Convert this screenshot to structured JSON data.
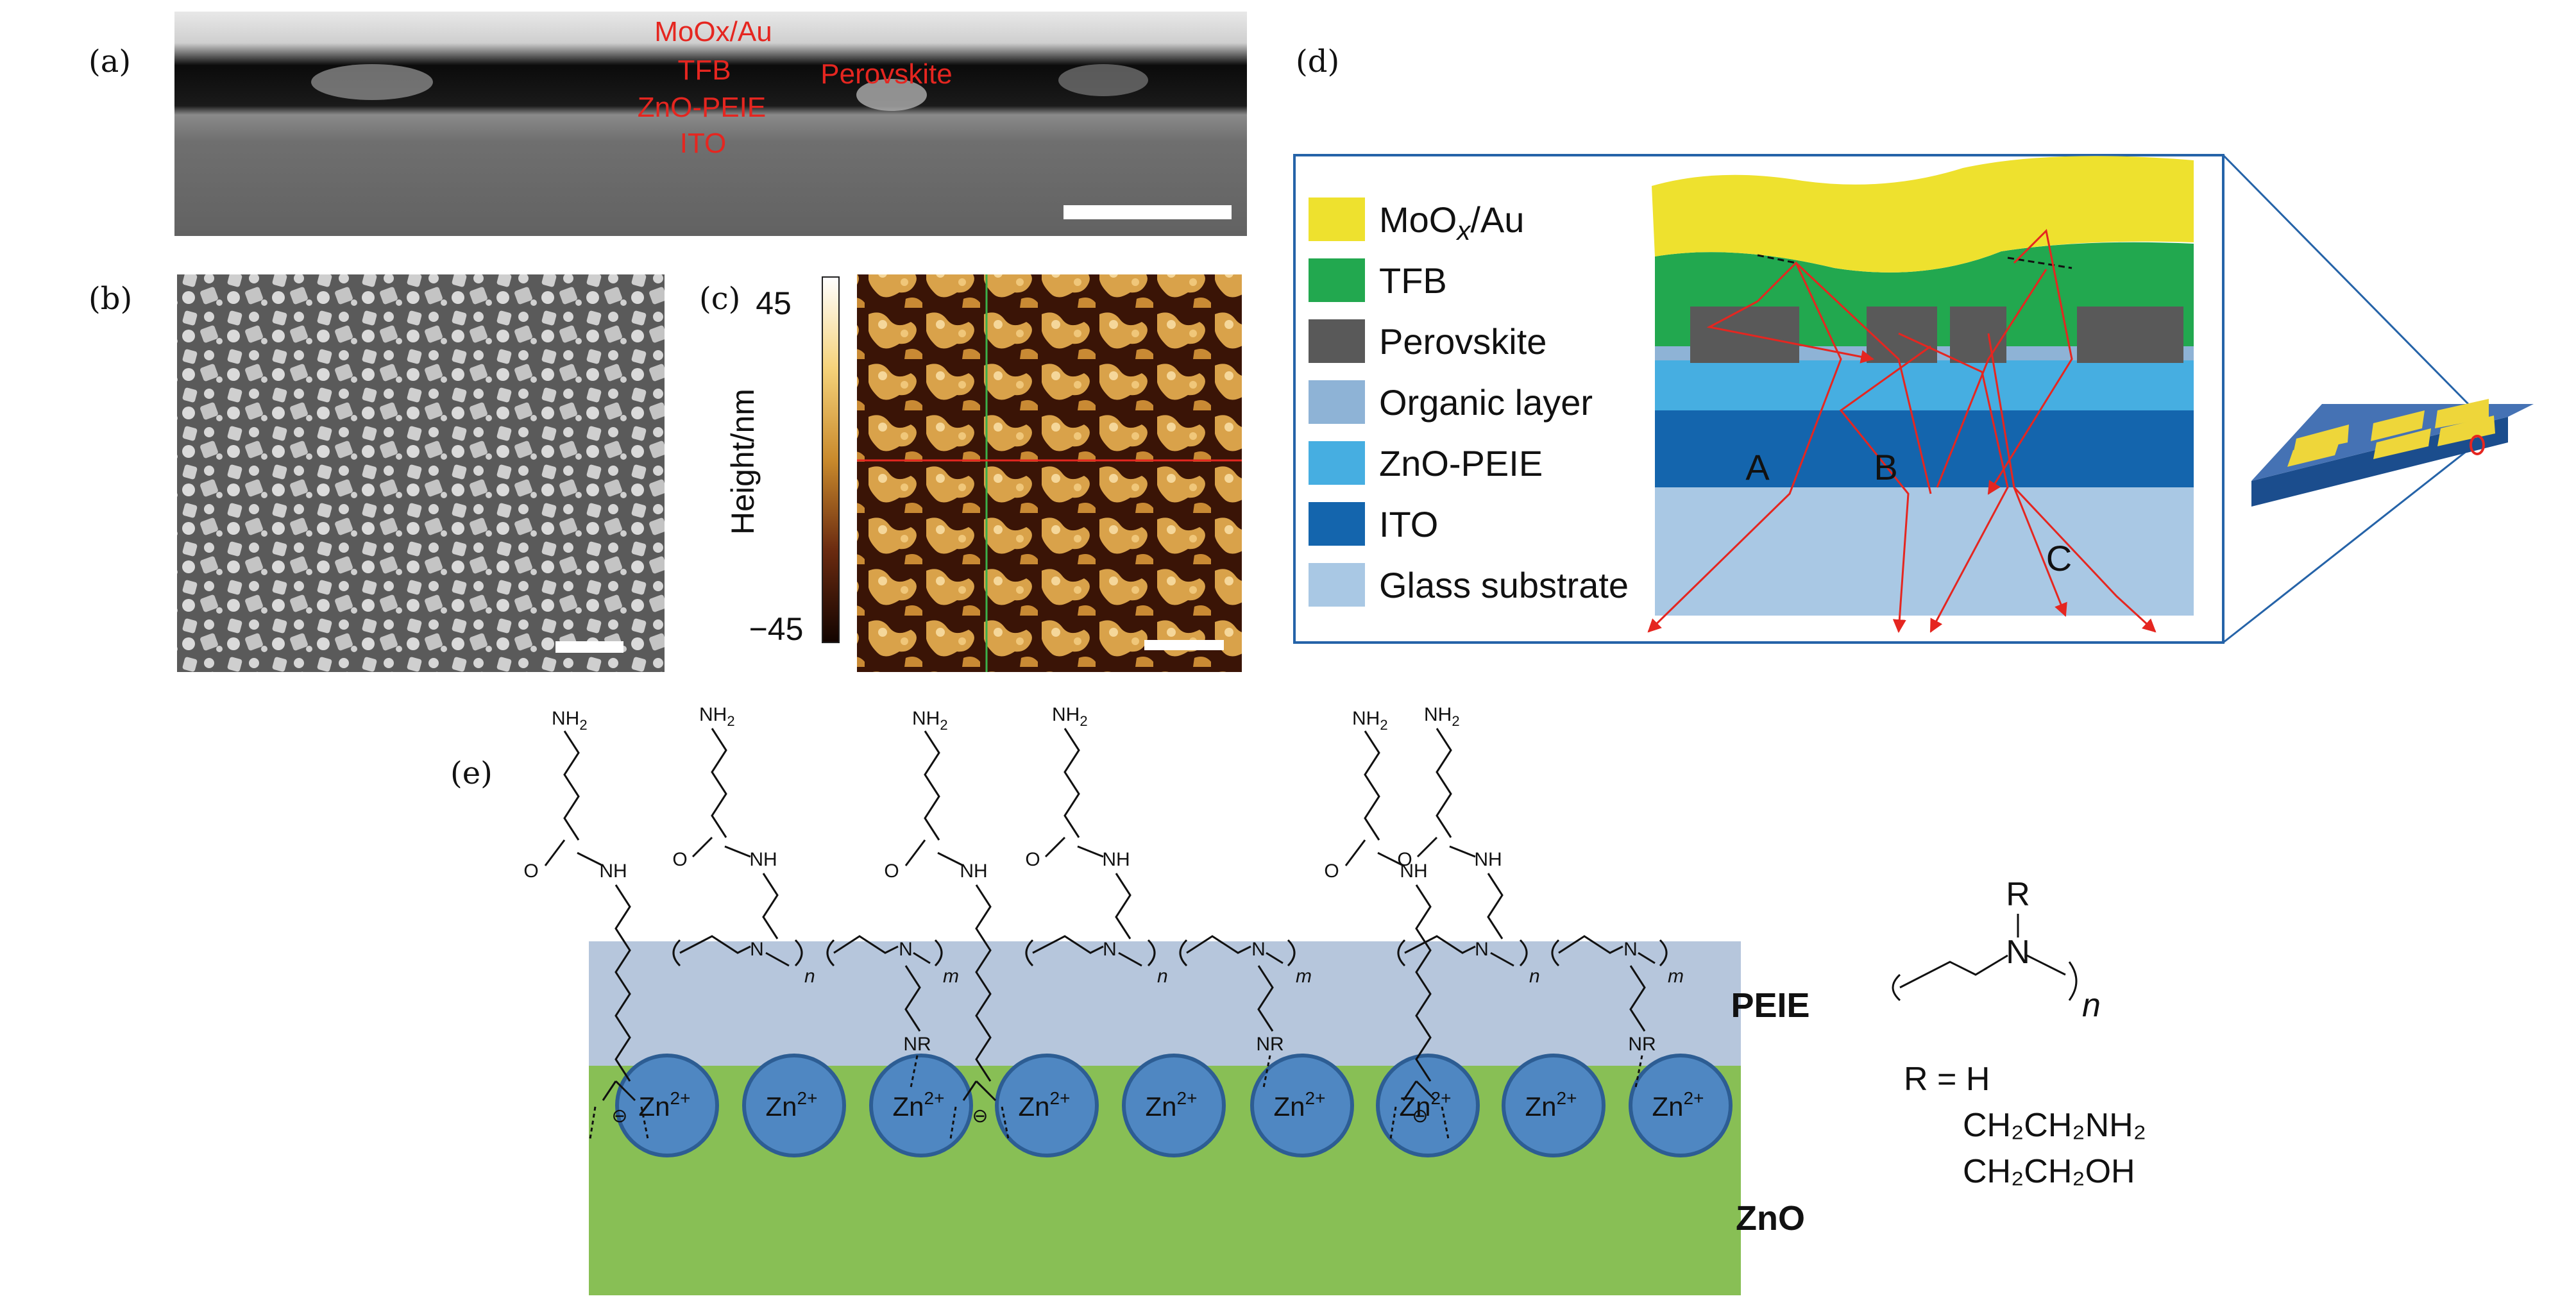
{
  "panel_labels": {
    "a": "(a)",
    "b": "(b)",
    "c": "(c)",
    "d": "(d)",
    "e": "(e)"
  },
  "panel_a": {
    "labels": [
      "MoOx/Au",
      "TFB",
      "ZnO-PEIE",
      "ITO"
    ],
    "perovskite": "Perovskite"
  },
  "panel_c": {
    "colorbar_title": "Height/nm",
    "colorbar_max": "45",
    "colorbar_min": "−45"
  },
  "panel_d": {
    "legend": [
      {
        "label": "MoOx/Au",
        "color": "#eee12e"
      },
      {
        "label": "TFB",
        "color": "#22a84f"
      },
      {
        "label": "Perovskite",
        "color": "#595959"
      },
      {
        "label": "Organic layer",
        "color": "#8eb3d6"
      },
      {
        "label": "ZnO-PEIE",
        "color": "#46aee1"
      },
      {
        "label": "ITO",
        "color": "#1465ad"
      },
      {
        "label": "Glass substrate",
        "color": "#a9c8e4"
      }
    ],
    "path_labels": [
      "A",
      "B",
      "C"
    ],
    "colors": {
      "frame": "#2563a8",
      "arrows": "#e52620"
    }
  },
  "panel_e": {
    "layer_peie": "PEIE",
    "layer_zno": "ZnO",
    "zn_label": "Zn",
    "zn_charge": "2+",
    "nh2": "NH",
    "sub2": "2",
    "amide_nh": "NH",
    "o": "O",
    "n": "N",
    "nr": "NR",
    "r": "R",
    "sub_n": "n",
    "sub_m": "m",
    "minus": "⊖",
    "r_def_lines": [
      "R = H",
      "CH₂CH₂NH₂",
      "CH₂CH₂OH"
    ],
    "colors": {
      "peie": "#b6c6dc",
      "zno": "#88bf55",
      "zn_fill": "#4f87c2",
      "zn_stroke": "#2d5d93"
    }
  }
}
